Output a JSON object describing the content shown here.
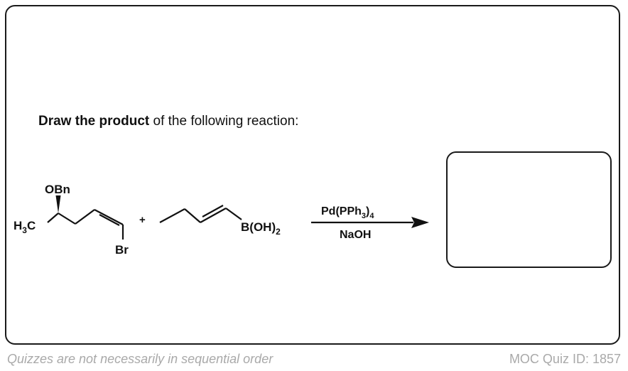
{
  "question": {
    "bold_part": "Draw the product",
    "rest": " of the following reaction:"
  },
  "reactant1": {
    "methyl": "H",
    "methyl_sub": "3",
    "methyl_c": "C",
    "protecting_group": "OBn",
    "halide": "Br"
  },
  "plus_sign": "+",
  "reactant2": {
    "boronic_main": "B(OH)",
    "boronic_sub": "2"
  },
  "conditions": {
    "catalyst_main": "Pd(PPh",
    "catalyst_sub1": "3",
    "catalyst_close": ")",
    "catalyst_sub2": "4",
    "base": "NaOH"
  },
  "footer": {
    "left": "Quizzes are not necessarily in sequential order",
    "right": "MOC Quiz ID: 1857"
  }
}
